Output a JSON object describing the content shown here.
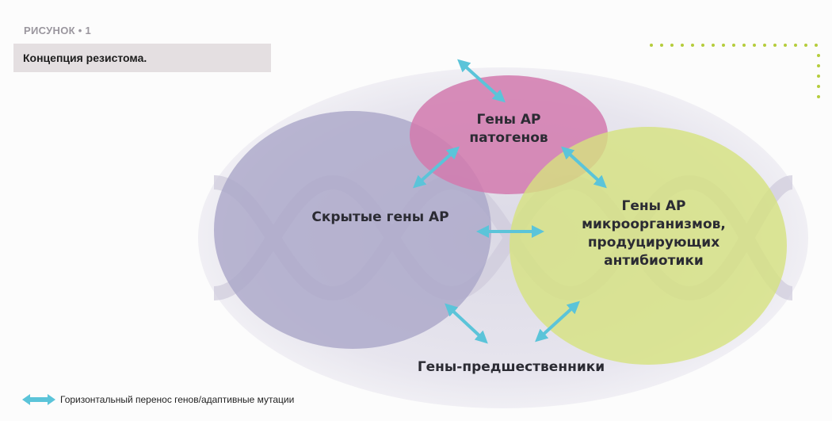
{
  "figure_label": "РИСУНОК • 1",
  "caption": "Концепция резистома.",
  "nodes": {
    "pathogens": "Гены АР патогенов",
    "hidden": "Скрытые гены АР",
    "producers_line1": "Гены АР",
    "producers_line2": "микроорганизмов,",
    "producers_line3": "продуцирующих",
    "producers_line4": "антибиотики",
    "pathogens_line1": "Гены АР",
    "pathogens_line2": "патогенов",
    "precursors": "Гены-предшественники"
  },
  "legend": {
    "label": "Горизонтальный перенос генов/адаптивные мутации",
    "icon": "double-arrow-icon"
  },
  "colors": {
    "arrow": "#5bc4d9",
    "pathogens": "#d27aae",
    "hidden": "#aaa6c8",
    "producers": "#d6e27e",
    "outer": "#e4e2ec",
    "dots": "#b5cc3c"
  }
}
